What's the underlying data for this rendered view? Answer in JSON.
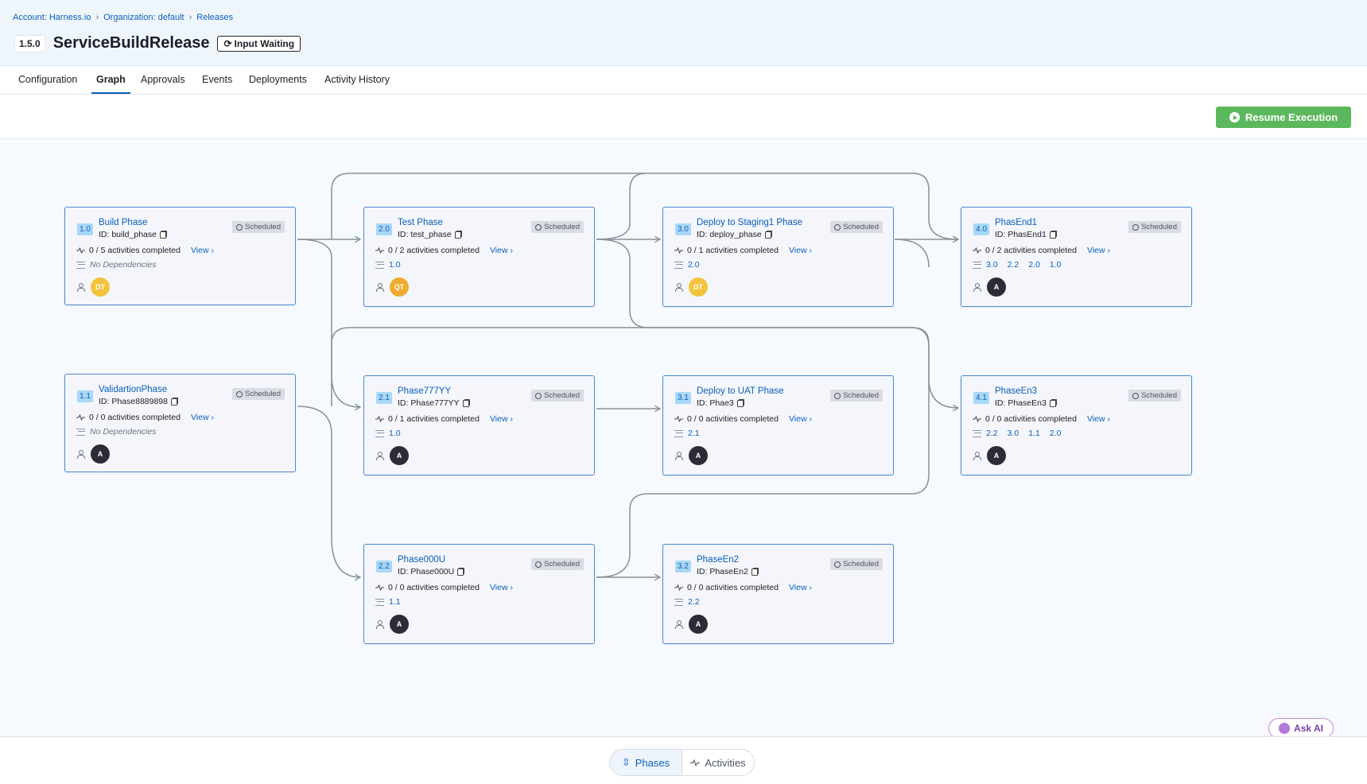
{
  "breadcrumb": {
    "account": "Account: Harness.io",
    "org": "Organization: default",
    "releases": "Releases"
  },
  "header": {
    "version": "1.5.0",
    "title": "ServiceBuildRelease",
    "status": "Input Waiting"
  },
  "tabs": [
    "Configuration",
    "Graph",
    "Approvals",
    "Events",
    "Deployments",
    "Activity History"
  ],
  "toolbar": {
    "resume_label": "Resume Execution",
    "accent": "#5cb85c"
  },
  "scheduled_label": "Scheduled",
  "view_label": "View ›",
  "no_deps_label": "No Dependencies",
  "phases": [
    {
      "num": "1.0",
      "name": "Build Phase",
      "id": "ID: build_phase",
      "activities": "0 / 5 activities completed",
      "deps": [],
      "owner": "DT",
      "owner_color": "yellow"
    },
    {
      "num": "1.1",
      "name": "ValidartionPhase",
      "id": "ID: Phase8889898",
      "activities": "0 / 0 activities completed",
      "deps": [],
      "owner": "A",
      "owner_color": "dark"
    },
    {
      "num": "2.0",
      "name": "Test Phase",
      "id": "ID: test_phase",
      "activities": "0 / 2 activities completed",
      "deps": [
        "1.0"
      ],
      "owner": "QT",
      "owner_color": "orange"
    },
    {
      "num": "2.1",
      "name": "Phase777YY",
      "id": "ID: Phase777YY",
      "activities": "0 / 1 activities completed",
      "deps": [
        "1.0"
      ],
      "owner": "A",
      "owner_color": "dark"
    },
    {
      "num": "2.2",
      "name": "Phase000U",
      "id": "ID: Phase000U",
      "activities": "0 / 0 activities completed",
      "deps": [
        "1.1"
      ],
      "owner": "A",
      "owner_color": "dark"
    },
    {
      "num": "3.0",
      "name": "Deploy to Staging1 Phase",
      "id": "ID: deploy_phase",
      "activities": "0 / 1 activities completed",
      "deps": [
        "2.0"
      ],
      "owner": "DT",
      "owner_color": "yellow"
    },
    {
      "num": "3.1",
      "name": "Deploy to UAT Phase",
      "id": "ID: Phae3",
      "activities": "0 / 0 activities completed",
      "deps": [
        "2.1"
      ],
      "owner": "A",
      "owner_color": "dark"
    },
    {
      "num": "3.2",
      "name": "PhaseEn2",
      "id": "ID: PhaseEn2",
      "activities": "0 / 0 activities completed",
      "deps": [
        "2.2"
      ],
      "owner": "A",
      "owner_color": "dark"
    },
    {
      "num": "4.0",
      "name": "PhasEnd1",
      "id": "ID: PhasEnd1",
      "activities": "0 / 2 activities completed",
      "deps": [
        "3.0",
        "2.2",
        "2.0",
        "1.0"
      ],
      "owner": "A",
      "owner_color": "dark"
    },
    {
      "num": "4.1",
      "name": "PhaseEn3",
      "id": "ID: PhaseEn3",
      "activities": "0 / 0 activities completed",
      "deps": [
        "2.2",
        "3.0",
        "1.1",
        "2.0"
      ],
      "owner": "A",
      "owner_color": "dark"
    }
  ],
  "footer": {
    "phases_label": "Phases",
    "activities_label": "Activities"
  },
  "ask_ai_label": "Ask AI"
}
